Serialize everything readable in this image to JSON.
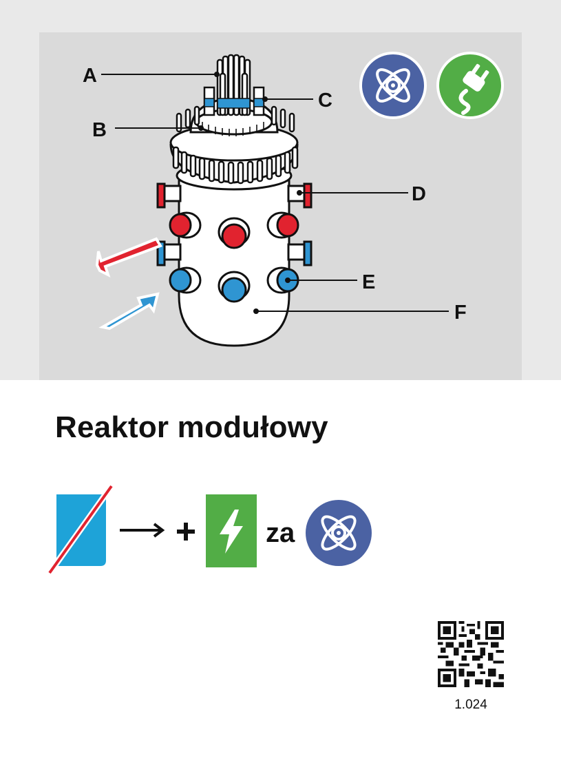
{
  "card": {
    "title": "Reaktor modułowy",
    "number": "1.024"
  },
  "diagram_labels": {
    "a": "A",
    "b": "B",
    "c": "C",
    "d": "D",
    "e": "E",
    "f": "F"
  },
  "effect": {
    "connector": "za"
  },
  "colors": {
    "nuclear_blue": "#4b62a3",
    "energy_green": "#52ad46",
    "water_cyan": "#1ea3d8",
    "hot_red": "#e1232f",
    "cold_blue": "#2f95d2",
    "cross_red": "#e1232f"
  },
  "icons": {
    "top_left": "atom-icon",
    "top_right": "power-plug-icon",
    "effect_cost": "water-card-icon",
    "effect_gain": "lightning-card-icon",
    "effect_per": "atom-icon"
  }
}
